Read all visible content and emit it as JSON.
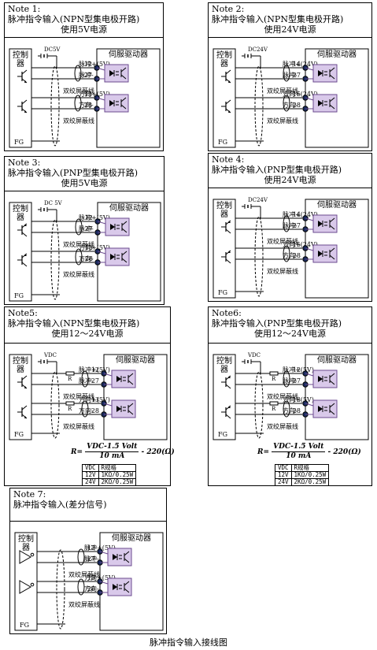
{
  "labels": {
    "controller": "控制器",
    "fg": "FG",
    "servo": "伺服驱动器",
    "pulse_plus_5v": "脉冲+(5V)",
    "pulse_plus_24v": "脉冲+(24V)",
    "pulse_minus": "脉冲-",
    "dir_plus_5v": "方向+(5V)",
    "dir_plus_24v": "方向+(24V)",
    "dir_minus": "方向-",
    "shield": "双绞屏蔽线",
    "r": "R",
    "pin12": "12",
    "pin27": "27",
    "pin13": "13",
    "pin28": "28",
    "pin14": "14",
    "pin15": "15"
  },
  "panels": [
    {
      "note": "Note 1:",
      "title1": "脉冲指令输入(NPN型集电极开路)",
      "title2": "使用5V电源",
      "source": "DC5V"
    },
    {
      "note": "Note 2:",
      "title1": "脉冲指令输入(NPN型集电极开路)",
      "title2": "使用24V电源",
      "source": "DC24V"
    },
    {
      "note": "Note 3:",
      "title1": "脉冲指令输入(PNP型集电极开路)",
      "title2": "使用5V电源",
      "source": "DC 5V"
    },
    {
      "note": "Note 4:",
      "title1": "脉冲指令输入(PNP型集电极开路)",
      "title2": "使用24V电源",
      "source": "DC24V"
    },
    {
      "note": "Note5:",
      "title1": "脉冲指令输入(NPN型集电极开路)",
      "title2": "使用12～24V电源",
      "source": "VDC"
    },
    {
      "note": "Note6:",
      "title1": "脉冲指令输入(PNP型集电极开路)",
      "title2": "使用12～24V电源",
      "source": "VDC"
    },
    {
      "note": "Note 7:",
      "title1": "脉冲指令输入(差分信号)",
      "title2": "",
      "source": ""
    }
  ],
  "formula": {
    "lhs": "R=",
    "numerator": "VDC-1.5 Volt",
    "denominator": "10 mA",
    "rhs": "- 220(Ω)"
  },
  "r_table": {
    "headers": [
      "VDC",
      "R规格"
    ],
    "rows": [
      [
        "12V",
        "1KΩ/0.25W"
      ],
      [
        "24V",
        "2KΩ/0.25W"
      ]
    ]
  },
  "caption": "脉冲指令输入接线图"
}
